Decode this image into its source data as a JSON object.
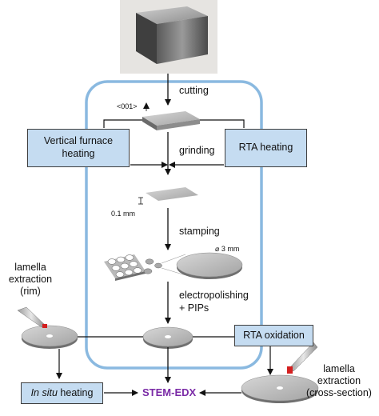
{
  "labels": {
    "cutting": "cutting",
    "grinding": "grinding",
    "stamping": "stamping",
    "electropolishing": "electropolishing",
    "pips": "+ PIPs",
    "orientation": "<001>",
    "thickness": "0.1 mm",
    "diameter": "⌀ 3 mm",
    "lamella_rim": [
      "lamella",
      "extraction",
      "(rim)"
    ],
    "lamella_cross": [
      "lamella",
      "extraction",
      "(cross-section)"
    ]
  },
  "boxes": {
    "vertical_furnace": [
      "Vertical furnace",
      "heating"
    ],
    "rta_heating": "RTA heating",
    "rta_oxidation": "RTA oxidation",
    "insitu_italic": "In situ",
    "insitu_rest": " heating"
  },
  "final": "STEM-EDX",
  "colors": {
    "box_fill": "#c5dcf1",
    "frame": "#8ab9e0",
    "stem_text": "#7a2aa6",
    "marker": "#d42020"
  }
}
